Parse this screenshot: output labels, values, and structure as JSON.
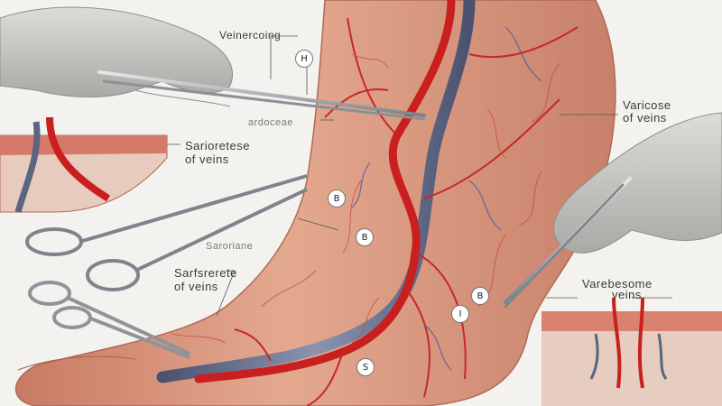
{
  "labels": {
    "top_label": "Veinercoing",
    "mid_label": "ardoceae",
    "varicose_right_line1": "Varicose",
    "varicose_right_line2": "of veins",
    "left_inset_line1": "Sarioretese",
    "left_inset_line2": "of veins",
    "center_faint_label": "Saroriane",
    "lower_left_line1": "Sarfsrerete",
    "lower_left_line2": "of veins",
    "right_inset_line1": "Varebesome",
    "right_inset_line2": "veins"
  },
  "markers": {
    "m1": "H",
    "m2": "B",
    "m3": "B",
    "m4": "B",
    "m5": "I",
    "m6": "S"
  },
  "colors": {
    "background": "#f4f2ee",
    "skin": "#d99a82",
    "artery": "#c91f1f",
    "vein": "#5b6480",
    "glove": "#c9c9c6",
    "steel": "#9aa0a6"
  }
}
